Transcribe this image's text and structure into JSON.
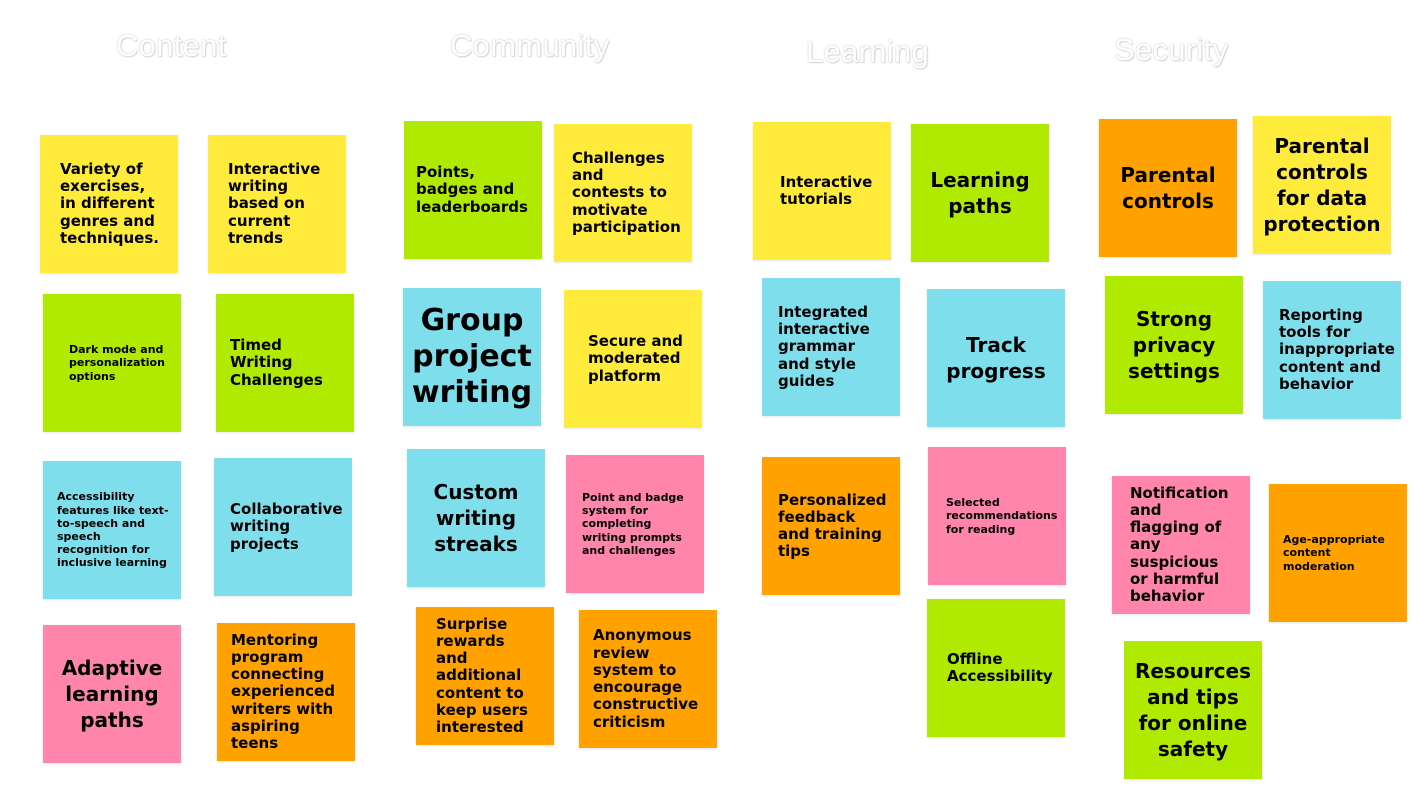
{
  "columns": [
    {
      "title": "Content"
    },
    {
      "title": "Community"
    },
    {
      "title": "Learning"
    },
    {
      "title": "Security"
    }
  ],
  "notes": {
    "variety_exercises": "Variety of exercises, in different genres and techniques.",
    "interactive_trends": "Interactive writing based on current trends",
    "dark_mode": "Dark mode and personalization options",
    "timed_writing": "Timed Writing Challenges",
    "accessibility_features": "Accessibility features like text-to-speech and speech recognition for inclusive learning",
    "collaborative_writing": "Collaborative writing projects",
    "adaptive_learning": "Adaptive learning paths",
    "mentoring_program": "Mentoring program connecting experienced writers with aspiring teens",
    "points_badges": "Points, badges and leaderboards",
    "challenges_contests": "Challenges and contests to motivate participation",
    "group_project": "Group project writing",
    "secure_platform": "Secure and moderated platform",
    "custom_streaks": "Custom writing streaks",
    "point_badge_system": "Point and badge system for completing writing prompts and challenges",
    "surprise_rewards": "Surprise rewards and additional content to keep users interested",
    "anonymous_review": "Anonymous review system to encourage constructive criticism",
    "interactive_tutorials": "Interactive tutorials",
    "learning_paths": "Learning paths",
    "grammar_guides": "Integrated interactive grammar and style guides",
    "track_progress": "Track progress",
    "personalized_feedback": "Personalized feedback and training tips",
    "reading_recommendations": "Selected recommendations for reading",
    "offline_accessibility": "Offline Accessibility",
    "parental_controls": "Parental controls",
    "parental_data": "Parental controls for data protection",
    "privacy_settings": "Strong privacy settings",
    "reporting_tools": "Reporting tools for inappropriate content and behavior",
    "notification_flagging": "Notification and flagging of any suspicious or harmful behavior",
    "age_moderation": "Age-appropriate content moderation",
    "online_safety": "Resources and tips for online safety"
  },
  "colors": {
    "yellow": "#ffeb3b",
    "green": "#b0ea00",
    "blue": "#7fdeeb",
    "pink": "#ff85ad",
    "orange": "#ffa200"
  }
}
